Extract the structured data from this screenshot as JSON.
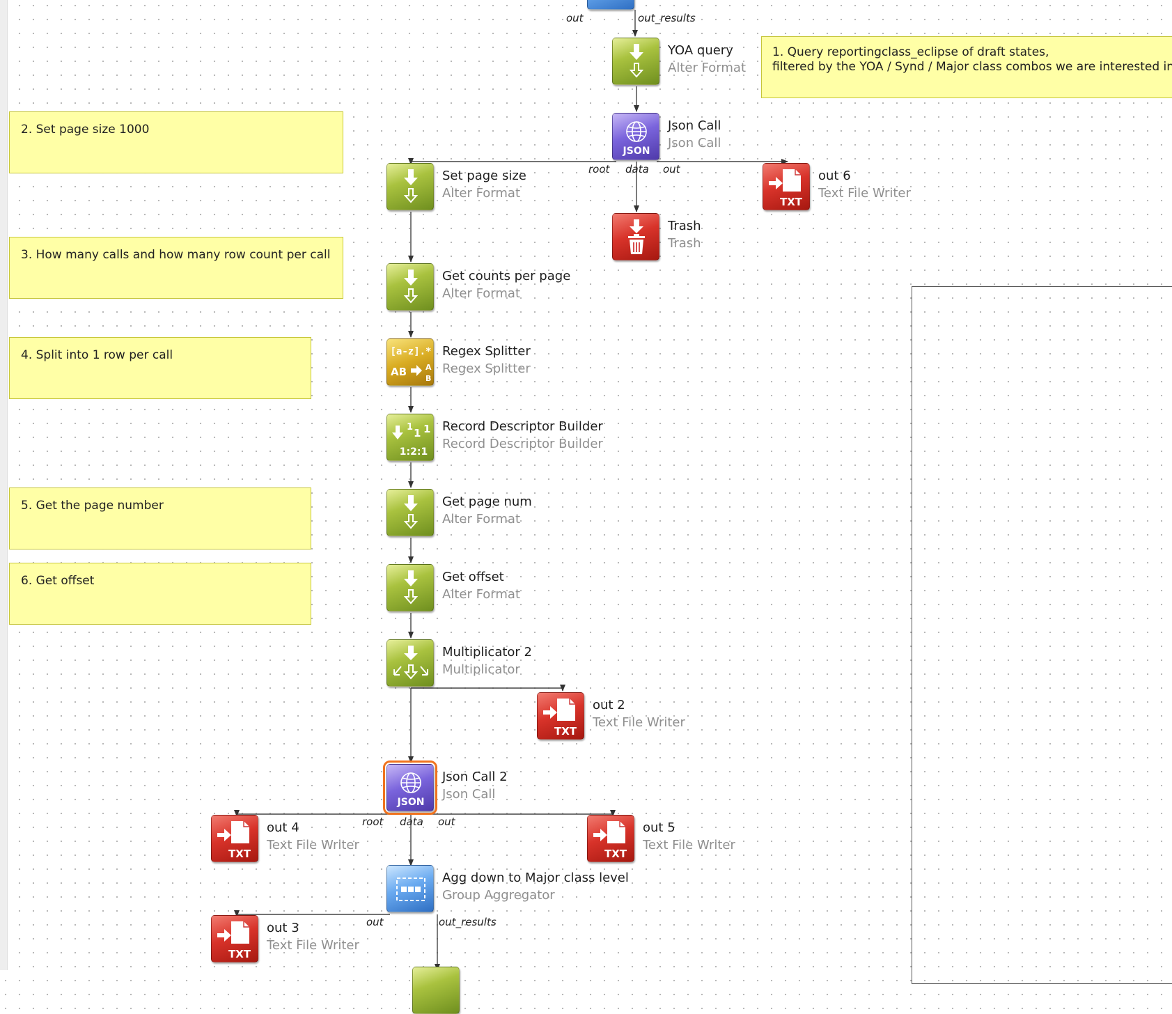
{
  "notes": {
    "n1_line1": "1. Query reportingclass_eclipse of draft states,",
    "n1_line2": "filtered by the YOA / Synd / Major class combos we are interested in",
    "n2": "2. Set page size 1000",
    "n3": "3. How many calls and how many row count per call",
    "n4": "4. Split into 1 row per call",
    "n5": "5. Get the page number",
    "n6": "6. Get offset"
  },
  "components": {
    "yoa_query": {
      "name": "YOA query",
      "type": "Alter Format"
    },
    "json_call": {
      "name": "Json Call",
      "type": "Json Call",
      "icon_text": "JSON"
    },
    "set_page_size": {
      "name": "Set page size",
      "type": "Alter Format"
    },
    "out6": {
      "name": "out 6",
      "type": "Text File Writer",
      "icon_text": "TXT"
    },
    "trash": {
      "name": "Trash",
      "type": "Trash"
    },
    "get_counts": {
      "name": "Get counts per page",
      "type": "Alter Format"
    },
    "regex_splitter": {
      "name": "Regex Splitter",
      "type": "Regex Splitter",
      "icon_text1": "[a-z].*",
      "icon_text2": "AB",
      "icon_text3": "A",
      "icon_text4": "B"
    },
    "record_desc": {
      "name": "Record Descriptor Builder",
      "type": "Record Descriptor Builder",
      "icon_text": "1:2:1"
    },
    "get_page_num": {
      "name": "Get page num",
      "type": "Alter Format"
    },
    "get_offset": {
      "name": "Get offset",
      "type": "Alter Format"
    },
    "multiplicator": {
      "name": "Multiplicator 2",
      "type": "Multiplicator"
    },
    "out2": {
      "name": "out 2",
      "type": "Text File Writer",
      "icon_text": "TXT"
    },
    "json_call2": {
      "name": "Json Call 2",
      "type": "Json Call",
      "icon_text": "JSON"
    },
    "out4": {
      "name": "out 4",
      "type": "Text File Writer",
      "icon_text": "TXT"
    },
    "out5": {
      "name": "out 5",
      "type": "Text File Writer",
      "icon_text": "TXT"
    },
    "agg": {
      "name": "Agg down to Major class level",
      "type": "Group Aggregator"
    },
    "out3": {
      "name": "out 3",
      "type": "Text File Writer",
      "icon_text": "TXT"
    }
  },
  "ports": {
    "top_out": "out",
    "top_out_results": "out_results",
    "json1_root": "root",
    "json1_data": "data",
    "json1_out": "out",
    "json2_root": "root",
    "json2_data": "data",
    "json2_out": "out",
    "agg_out": "out",
    "agg_out_results": "out_results"
  },
  "colors": {
    "alter_format": "#a9c23f",
    "text_writer": "#d8332a",
    "json": "#7a64dc",
    "regex": "#d9ac22",
    "aggregator": "#6aaaf0",
    "note_bg": "#ffffa6",
    "selection": "#f0731e"
  }
}
